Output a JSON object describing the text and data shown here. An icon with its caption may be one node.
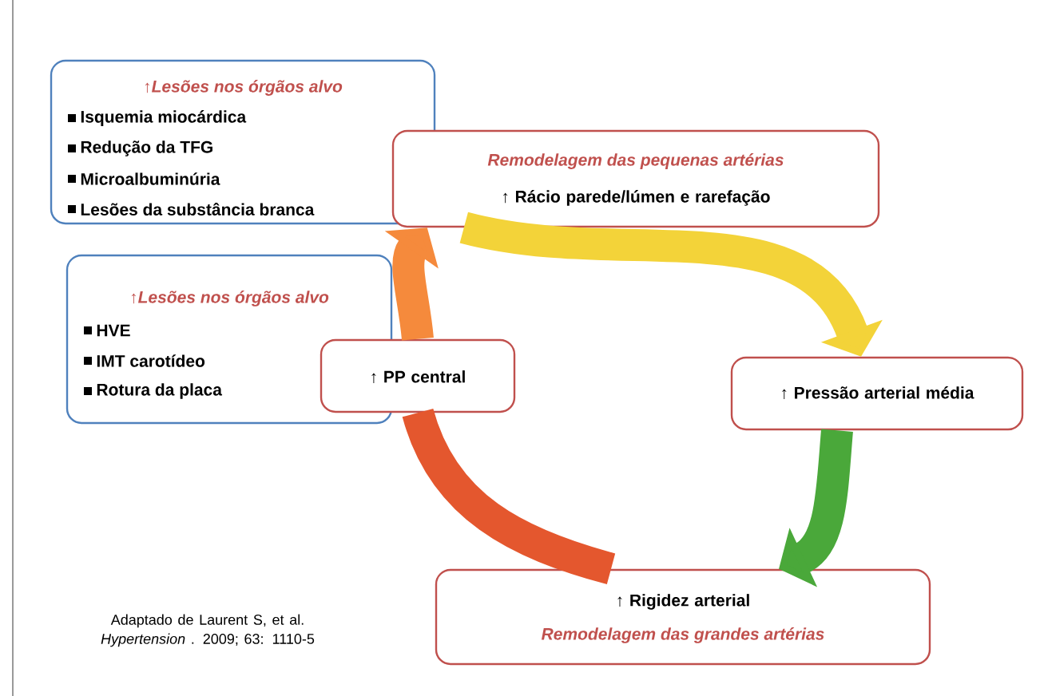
{
  "diagram": {
    "nodes": [
      {
        "text": [
          "↑Lesões nos órgãos alvo",
          "Isquemia miocárdica",
          "Redução da TFG",
          "Microalbuminúria",
          "Lesões da substância branca"
        ]
      },
      {
        "text": [
          "↑Lesões nos órgãos alvo",
          "HVE",
          "IMT carotídeo",
          "Rotura da placa"
        ]
      },
      {
        "text": [
          "Remodelagem das pequenas artérias",
          "↑ Rácio parede/lúmen e rarefação"
        ]
      },
      {
        "text": [
          "↑ PP central"
        ]
      },
      {
        "text": [
          "↑ Pressão arterial média"
        ]
      },
      {
        "text": [
          "↑ Rigidez arterial",
          "Remodelagem das grandes artérias"
        ]
      }
    ],
    "edges": [
      {
        "from": 5,
        "to": 3,
        "arrow": "none",
        "color": "#e4572e"
      },
      {
        "from": 3,
        "to": 2,
        "arrow": "to",
        "color": "#f58a3c"
      },
      {
        "from": 2,
        "to": 4,
        "arrow": "to",
        "color": "#f3d339"
      },
      {
        "from": 4,
        "to": 5,
        "arrow": "to",
        "color": "#4aa83a"
      }
    ],
    "labels": [
      "Adaptado de Laurent S, et al. *Hypertension* . 2009; 63: 1110-5"
    ]
  }
}
